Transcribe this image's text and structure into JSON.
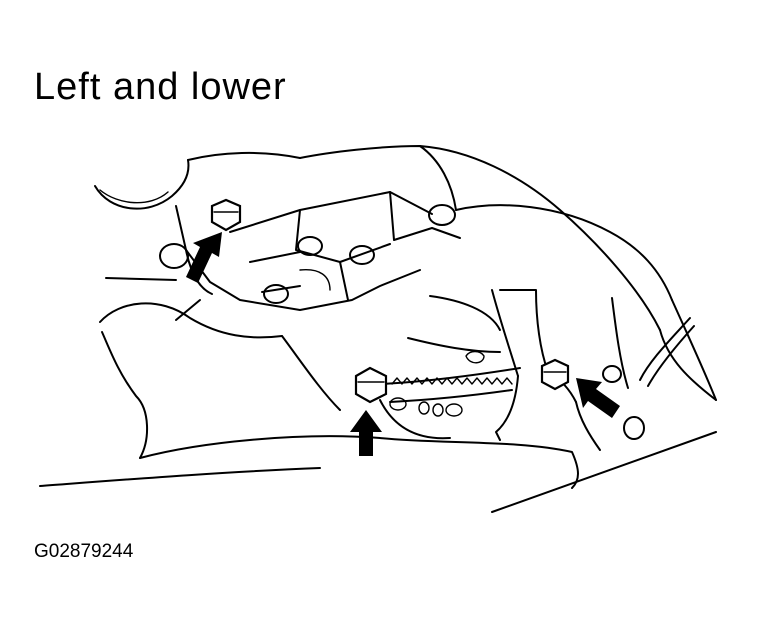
{
  "diagram": {
    "title": "Left and lower",
    "figure_code": "G02879244",
    "callouts": [
      {
        "name": "upper-left-bolt-arrow",
        "target": "bolt"
      },
      {
        "name": "lower-center-bolt-arrow",
        "target": "bolt"
      },
      {
        "name": "right-bolt-arrow",
        "target": "bolt"
      }
    ]
  },
  "colors": {
    "line": "#000000",
    "background": "#ffffff"
  }
}
